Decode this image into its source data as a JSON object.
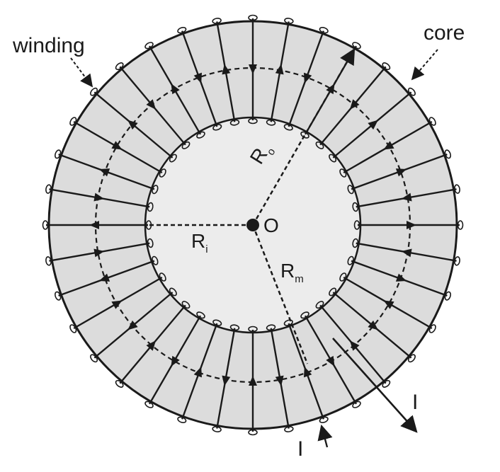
{
  "labels": {
    "winding": "winding",
    "core": "core",
    "center": "O",
    "current_in": "I",
    "current_out": "I"
  },
  "radii": [
    {
      "symbol": "R",
      "subscript": "i"
    },
    {
      "symbol": "R",
      "subscript": "o"
    },
    {
      "symbol": "R",
      "subscript": "m"
    }
  ],
  "winding_turns": 36,
  "colors": {
    "core_fill": "#dcdcdc",
    "inner_fill": "#ececec",
    "line": "#1a1a1a",
    "background": "#ffffff"
  }
}
